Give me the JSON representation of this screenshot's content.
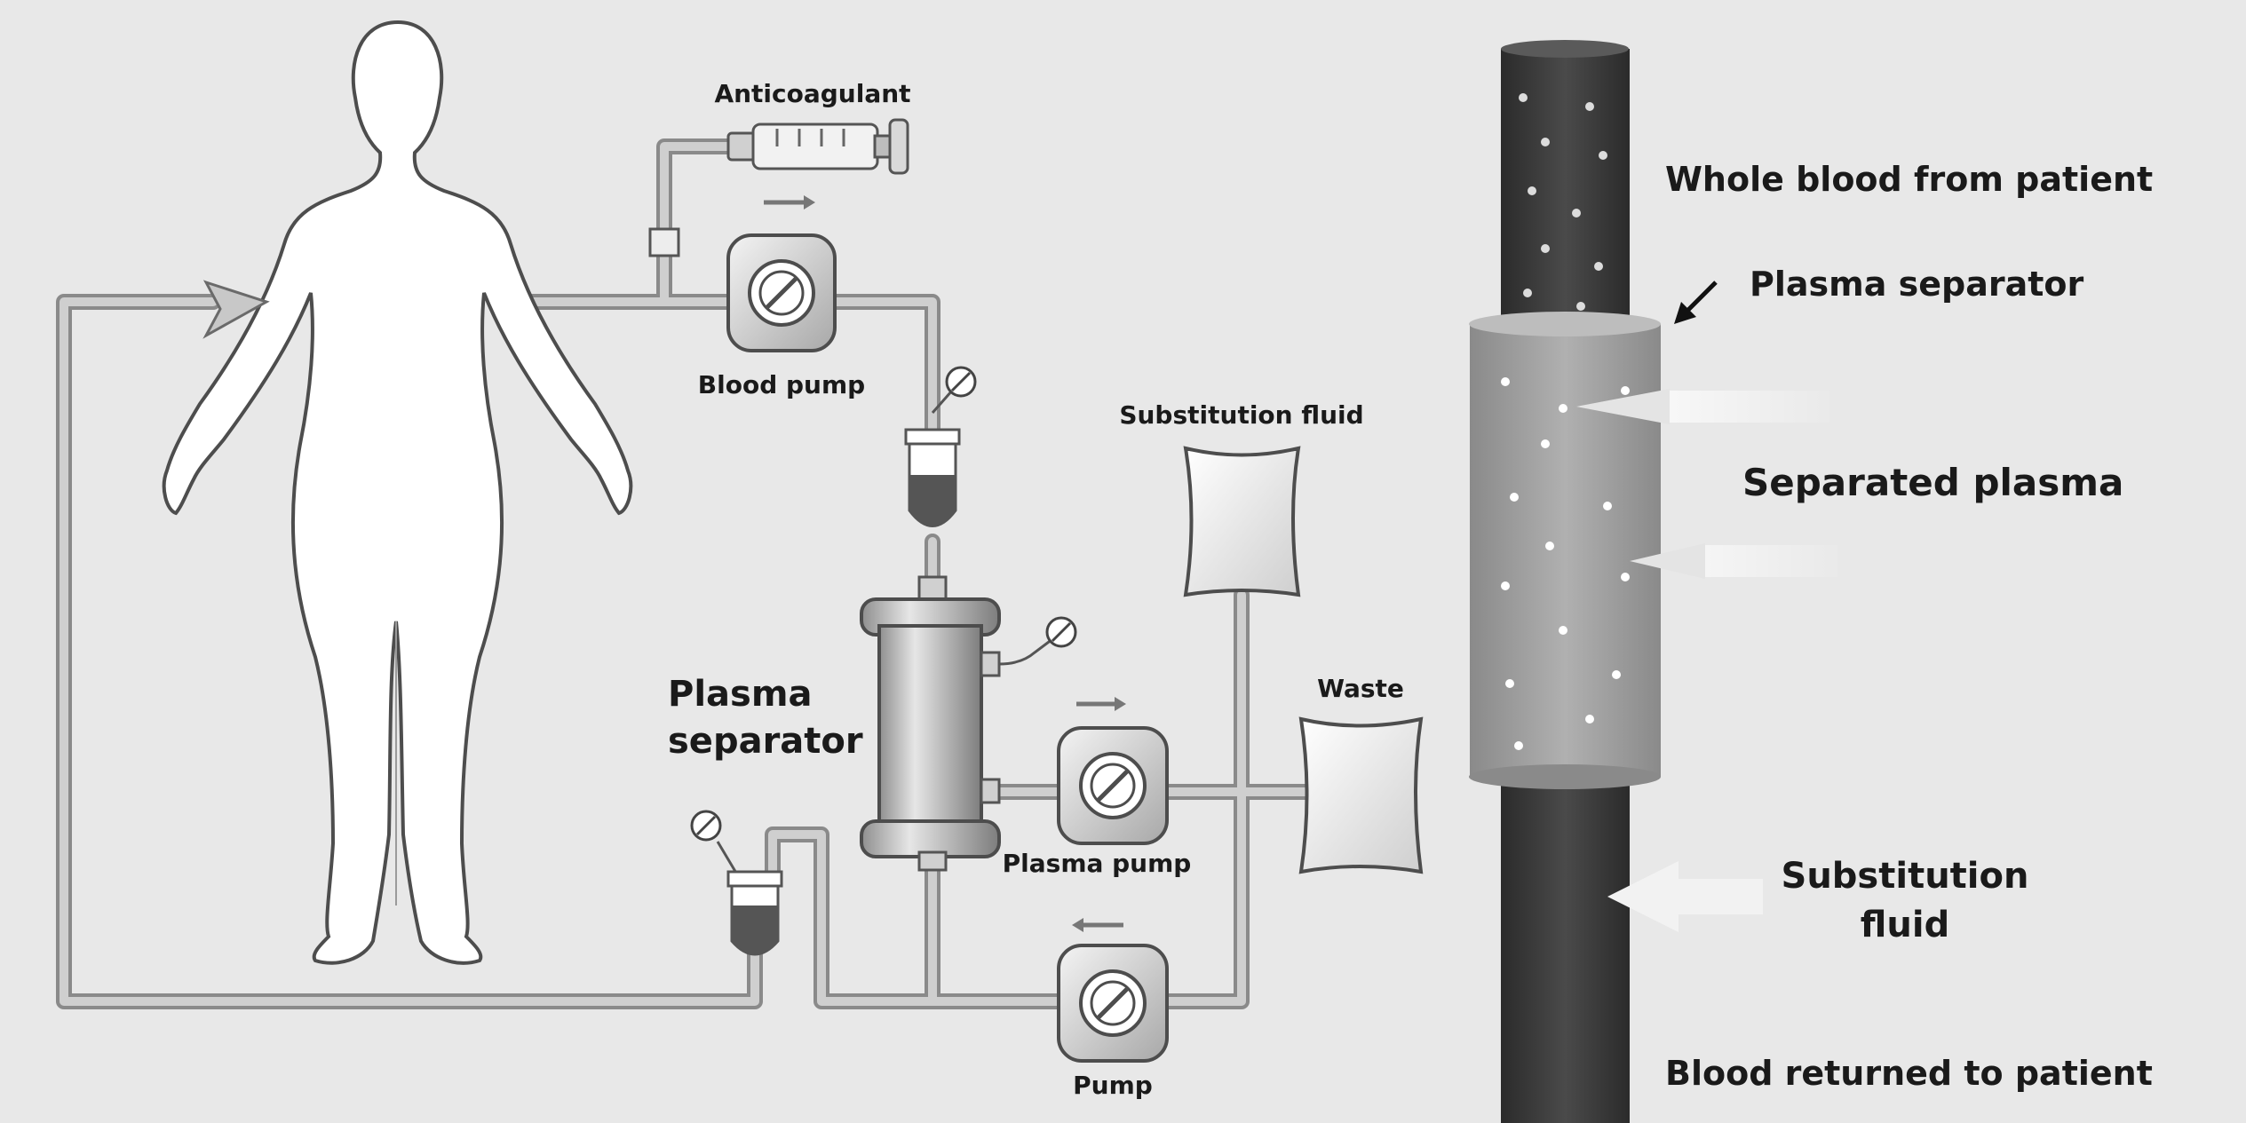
{
  "colors": {
    "background": "#e9e9e9",
    "tube": "#bdbdbd",
    "tube_edge": "#8a8a8a",
    "body_fill": "#ffffff",
    "body_edge": "#555555",
    "dark_vessel": "#3a3a3a",
    "sleeve": "#9a9a9a",
    "text": "#1a1a1a"
  },
  "circuit": {
    "anticoagulant": "Anticoagulant",
    "blood_pump": "Blood pump",
    "substitution_fluid": "Substitution fluid",
    "plasma_separator_line1": "Plasma",
    "plasma_separator_line2": "separator",
    "waste": "Waste",
    "plasma_pump": "Plasma pump",
    "pump": "Pump"
  },
  "detail": {
    "whole_blood": "Whole blood from patient",
    "plasma_separator": "Plasma separator",
    "separated_plasma": "Separated plasma",
    "substitution_fluid_line1": "Substitution",
    "substitution_fluid_line2": "fluid",
    "blood_returned": "Blood returned to patient"
  }
}
